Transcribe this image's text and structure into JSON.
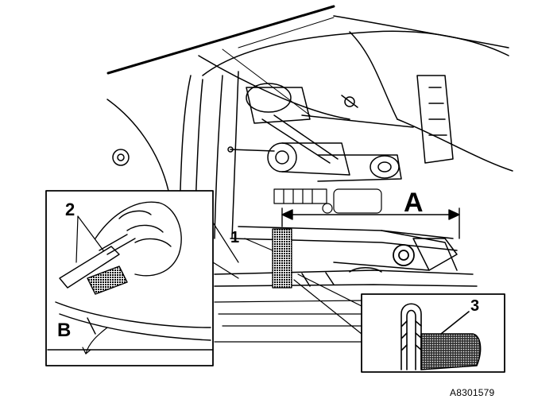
{
  "callouts": {
    "a": "A",
    "one": "1",
    "two": "2",
    "three": "3",
    "b": "B"
  },
  "reference_code": "A8301579",
  "colors": {
    "ink": "#000000",
    "paper": "#ffffff"
  }
}
